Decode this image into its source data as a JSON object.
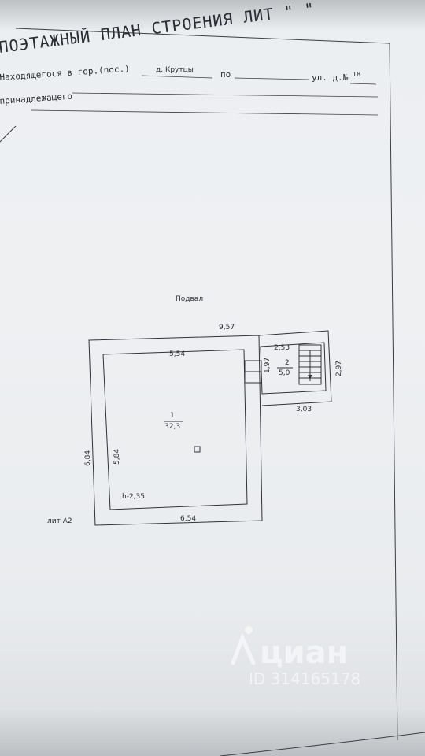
{
  "header": {
    "title": "ПОЭТАЖНЫЙ ПЛАН СТРОЕНИЯ ЛИТ \"      \"",
    "location_prefix": "Находящегося в гор.(пос.)",
    "settlement": "д. Крутцы",
    "by_label": "по",
    "street_label": "ул. д.№",
    "house_number": "18",
    "owner_label": "принадлежащего"
  },
  "plan": {
    "level_label": "Подвал",
    "lit_label": "лит А2",
    "dimensions": {
      "overall_width": "9,57",
      "room1_inner_width": "5,54",
      "room2_inner_width": "2,53",
      "room2_height_inner": "1,97",
      "annex_height": "2,97",
      "annex_width": "3,03",
      "overall_height": "6,84",
      "room1_inner_height": "5,84",
      "bottom_width": "6,54",
      "ceiling_height": "h-2,35"
    },
    "rooms": [
      {
        "number": "1",
        "area": "32,3"
      },
      {
        "number": "2",
        "area": "5,0"
      }
    ]
  },
  "watermark": {
    "brand": "циан",
    "listing_id": "ID 314165178"
  }
}
